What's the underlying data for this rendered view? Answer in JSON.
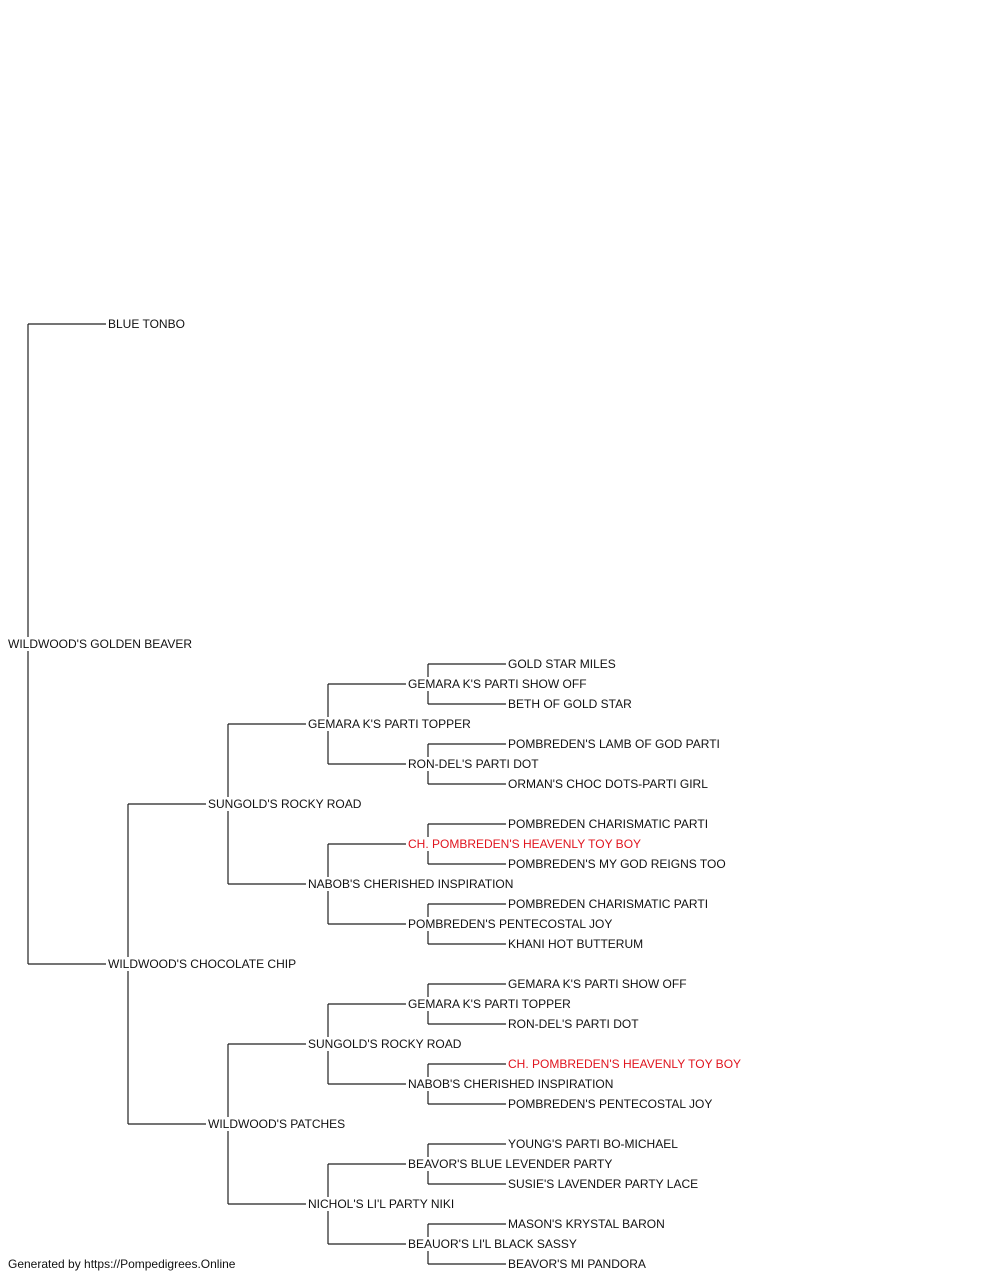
{
  "colors": {
    "line": "#222222",
    "text": "#111111",
    "highlight": "#e0141e"
  },
  "pedigree": {
    "name": "WILDWOOD'S GOLDEN BEAVER",
    "sire": {
      "name": "BLUE TONBO"
    },
    "dam": {
      "name": "WILDWOOD'S CHOCOLATE CHIP",
      "sire": {
        "name": "SUNGOLD'S ROCKY ROAD",
        "sire": {
          "name": "GEMARA K'S PARTI TOPPER",
          "sire": {
            "name": "GEMARA K'S PARTI SHOW OFF",
            "sire": {
              "name": "GOLD STAR MILES"
            },
            "dam": {
              "name": "BETH OF GOLD STAR"
            }
          },
          "dam": {
            "name": "RON-DEL'S PARTI DOT",
            "sire": {
              "name": "POMBREDEN'S LAMB OF GOD PARTI"
            },
            "dam": {
              "name": "ORMAN'S CHOC DOTS-PARTI GIRL"
            }
          }
        },
        "dam": {
          "name": "NABOB'S CHERISHED INSPIRATION",
          "sire": {
            "name": "CH. POMBREDEN'S HEAVENLY TOY BOY",
            "highlight": true,
            "sire": {
              "name": "POMBREDEN CHARISMATIC PARTI"
            },
            "dam": {
              "name": "POMBREDEN'S MY GOD REIGNS TOO"
            }
          },
          "dam": {
            "name": "POMBREDEN'S PENTECOSTAL JOY",
            "sire": {
              "name": "POMBREDEN CHARISMATIC PARTI"
            },
            "dam": {
              "name": "KHANI HOT BUTTERUM"
            }
          }
        }
      },
      "dam": {
        "name": "WILDWOOD'S PATCHES",
        "sire": {
          "name": "SUNGOLD'S ROCKY ROAD",
          "sire": {
            "name": "GEMARA K'S PARTI TOPPER",
            "sire": {
              "name": "GEMARA K'S PARTI SHOW OFF"
            },
            "dam": {
              "name": "RON-DEL'S PARTI DOT"
            }
          },
          "dam": {
            "name": "NABOB'S CHERISHED INSPIRATION",
            "sire": {
              "name": "CH. POMBREDEN'S HEAVENLY TOY BOY",
              "highlight": true
            },
            "dam": {
              "name": "POMBREDEN'S PENTECOSTAL JOY"
            }
          }
        },
        "dam": {
          "name": "NICHOL'S LI'L PARTY NIKI",
          "sire": {
            "name": "BEAVOR'S BLUE LEVENDER PARTY",
            "sire": {
              "name": "YOUNG'S PARTI BO-MICHAEL"
            },
            "dam": {
              "name": "SUSIE'S LAVENDER PARTY LACE"
            }
          },
          "dam": {
            "name": "BEAUOR'S LI'L BLACK SASSY",
            "sire": {
              "name": "MASON'S KRYSTAL BARON"
            },
            "dam": {
              "name": "BEAVOR'S MI PANDORA"
            }
          }
        }
      }
    }
  },
  "footer": "Generated by https://Pompedigrees.Online"
}
